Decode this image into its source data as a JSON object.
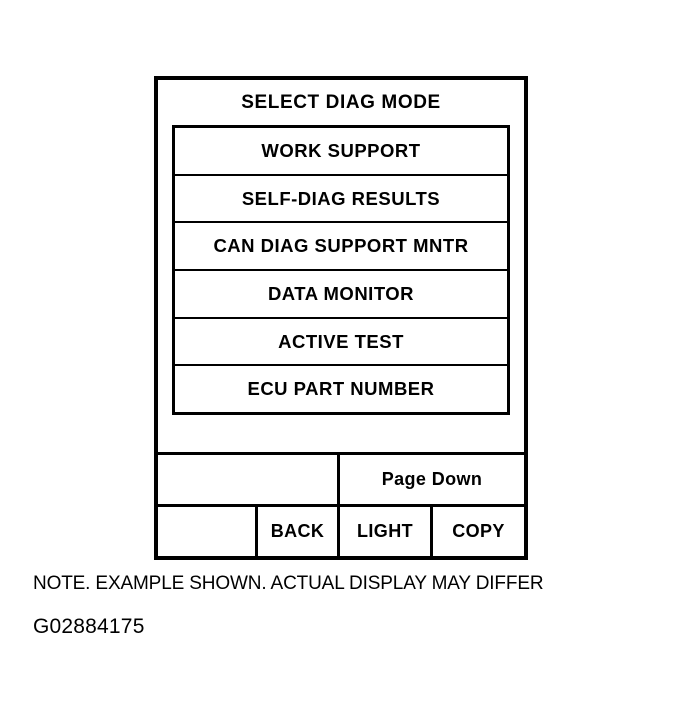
{
  "screen": {
    "title": "SELECT DIAG MODE",
    "menu_items": [
      {
        "label": "WORK SUPPORT"
      },
      {
        "label": "SELF-DIAG RESULTS"
      },
      {
        "label": "CAN DIAG SUPPORT MNTR"
      },
      {
        "label": "DATA MONITOR"
      },
      {
        "label": "ACTIVE TEST"
      },
      {
        "label": "ECU PART NUMBER"
      }
    ],
    "softkeys": {
      "upper_row": [
        {
          "label": ""
        },
        {
          "label": "Page Down"
        }
      ],
      "lower_row": [
        {
          "label": ""
        },
        {
          "label": "BACK"
        },
        {
          "label": "LIGHT"
        },
        {
          "label": "COPY"
        }
      ]
    }
  },
  "captions": {
    "note": "NOTE. EXAMPLE SHOWN. ACTUAL DISPLAY MAY DIFFER",
    "figure_id": "G02884175"
  },
  "colors": {
    "ink": "#000000",
    "paper": "#ffffff"
  }
}
